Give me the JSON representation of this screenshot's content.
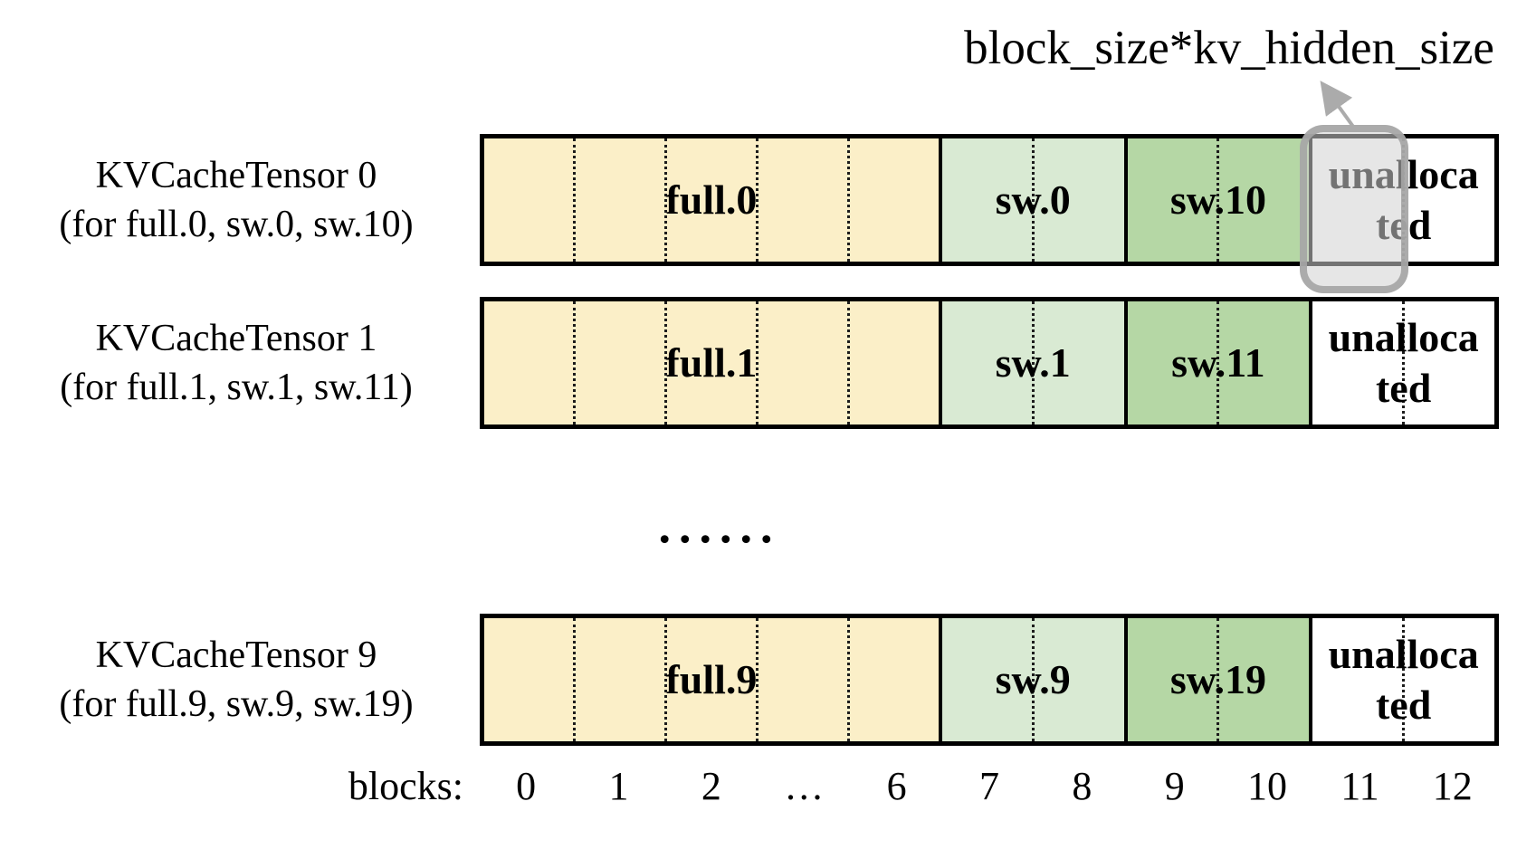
{
  "title": "block_size*kv_hidden_size",
  "ellipsis": "......",
  "rows": [
    {
      "label": "KVCacheTensor 0\n(for full.0, sw.0, sw.10)",
      "segments": [
        {
          "label": "full.0"
        },
        {
          "label": "sw.0"
        },
        {
          "label": "sw.10"
        },
        {
          "label": "unalloca\nted"
        }
      ]
    },
    {
      "label": "KVCacheTensor 1\n(for full.1, sw.1, sw.11)",
      "segments": [
        {
          "label": "full.1"
        },
        {
          "label": "sw.1"
        },
        {
          "label": "sw.11"
        },
        {
          "label": "unalloca\nted"
        }
      ]
    },
    {
      "label": "KVCacheTensor 9\n(for full.9, sw.9, sw.19)",
      "segments": [
        {
          "label": "full.9"
        },
        {
          "label": "sw.9"
        },
        {
          "label": "sw.19"
        },
        {
          "label": "unalloca\nted"
        }
      ]
    }
  ],
  "axis": {
    "label": "blocks:",
    "ticks": [
      "0",
      "1",
      "2",
      "…",
      "6",
      "7",
      "8",
      "9",
      "10",
      "11",
      "12"
    ]
  },
  "colors": {
    "full_block": "#FBEFC8",
    "sw_block": "#D9EAD3",
    "sw_upper_block": "#B5D7A5",
    "unallocated_block": "#FFFFFF",
    "highlight_fill": "rgba(210,210,210,0.55)",
    "highlight_border": "rgba(165,165,165,0.9)",
    "arrow": "#ABABAB",
    "outline": "#000000"
  }
}
